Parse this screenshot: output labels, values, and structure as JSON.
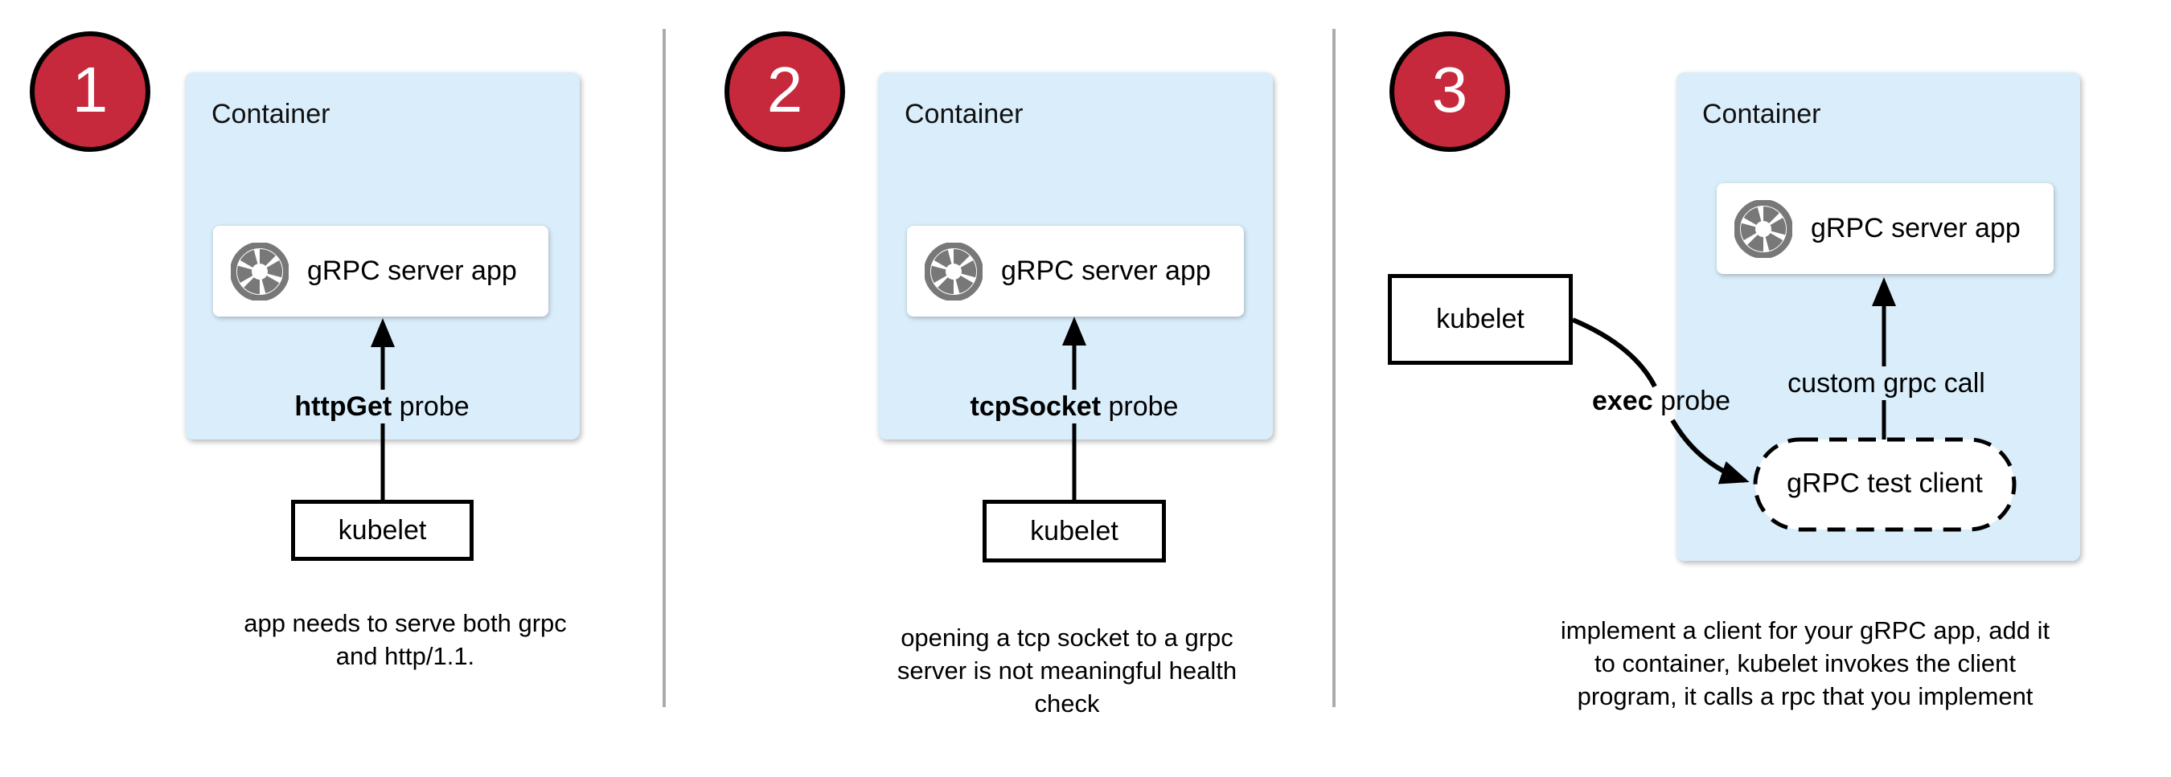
{
  "panels": [
    {
      "badge": "1",
      "container_label": "Container",
      "app_label": "gRPC server app",
      "probe_label_bold": "httpGet",
      "probe_label_rest": " probe",
      "kubelet_label": "kubelet",
      "caption_lines": [
        "app needs to serve both grpc",
        "and http/1.1."
      ]
    },
    {
      "badge": "2",
      "container_label": "Container",
      "app_label": "gRPC server app",
      "probe_label_bold": "tcpSocket",
      "probe_label_rest": " probe",
      "kubelet_label": "kubelet",
      "caption_lines": [
        "opening a tcp socket to a grpc",
        "server is not meaningful health",
        "check"
      ]
    },
    {
      "badge": "3",
      "container_label": "Container",
      "app_label": "gRPC server app",
      "probe_label_bold": "exec",
      "probe_label_rest": " probe",
      "kubelet_label": "kubelet",
      "custom_call_label": "custom grpc call",
      "test_client_label": "gRPC test client",
      "caption_lines": [
        "implement a client for your gRPC app, add it",
        "to container, kubelet invokes the client",
        "program, it calls a rpc that you implement"
      ]
    }
  ],
  "colors": {
    "container_fill": "#d9edfa",
    "badge_fill": "#c5293b",
    "icon_gray": "#787878",
    "divider": "#ababab",
    "line": "#000000"
  },
  "icons": {
    "app_icon": "aperture-icon"
  }
}
